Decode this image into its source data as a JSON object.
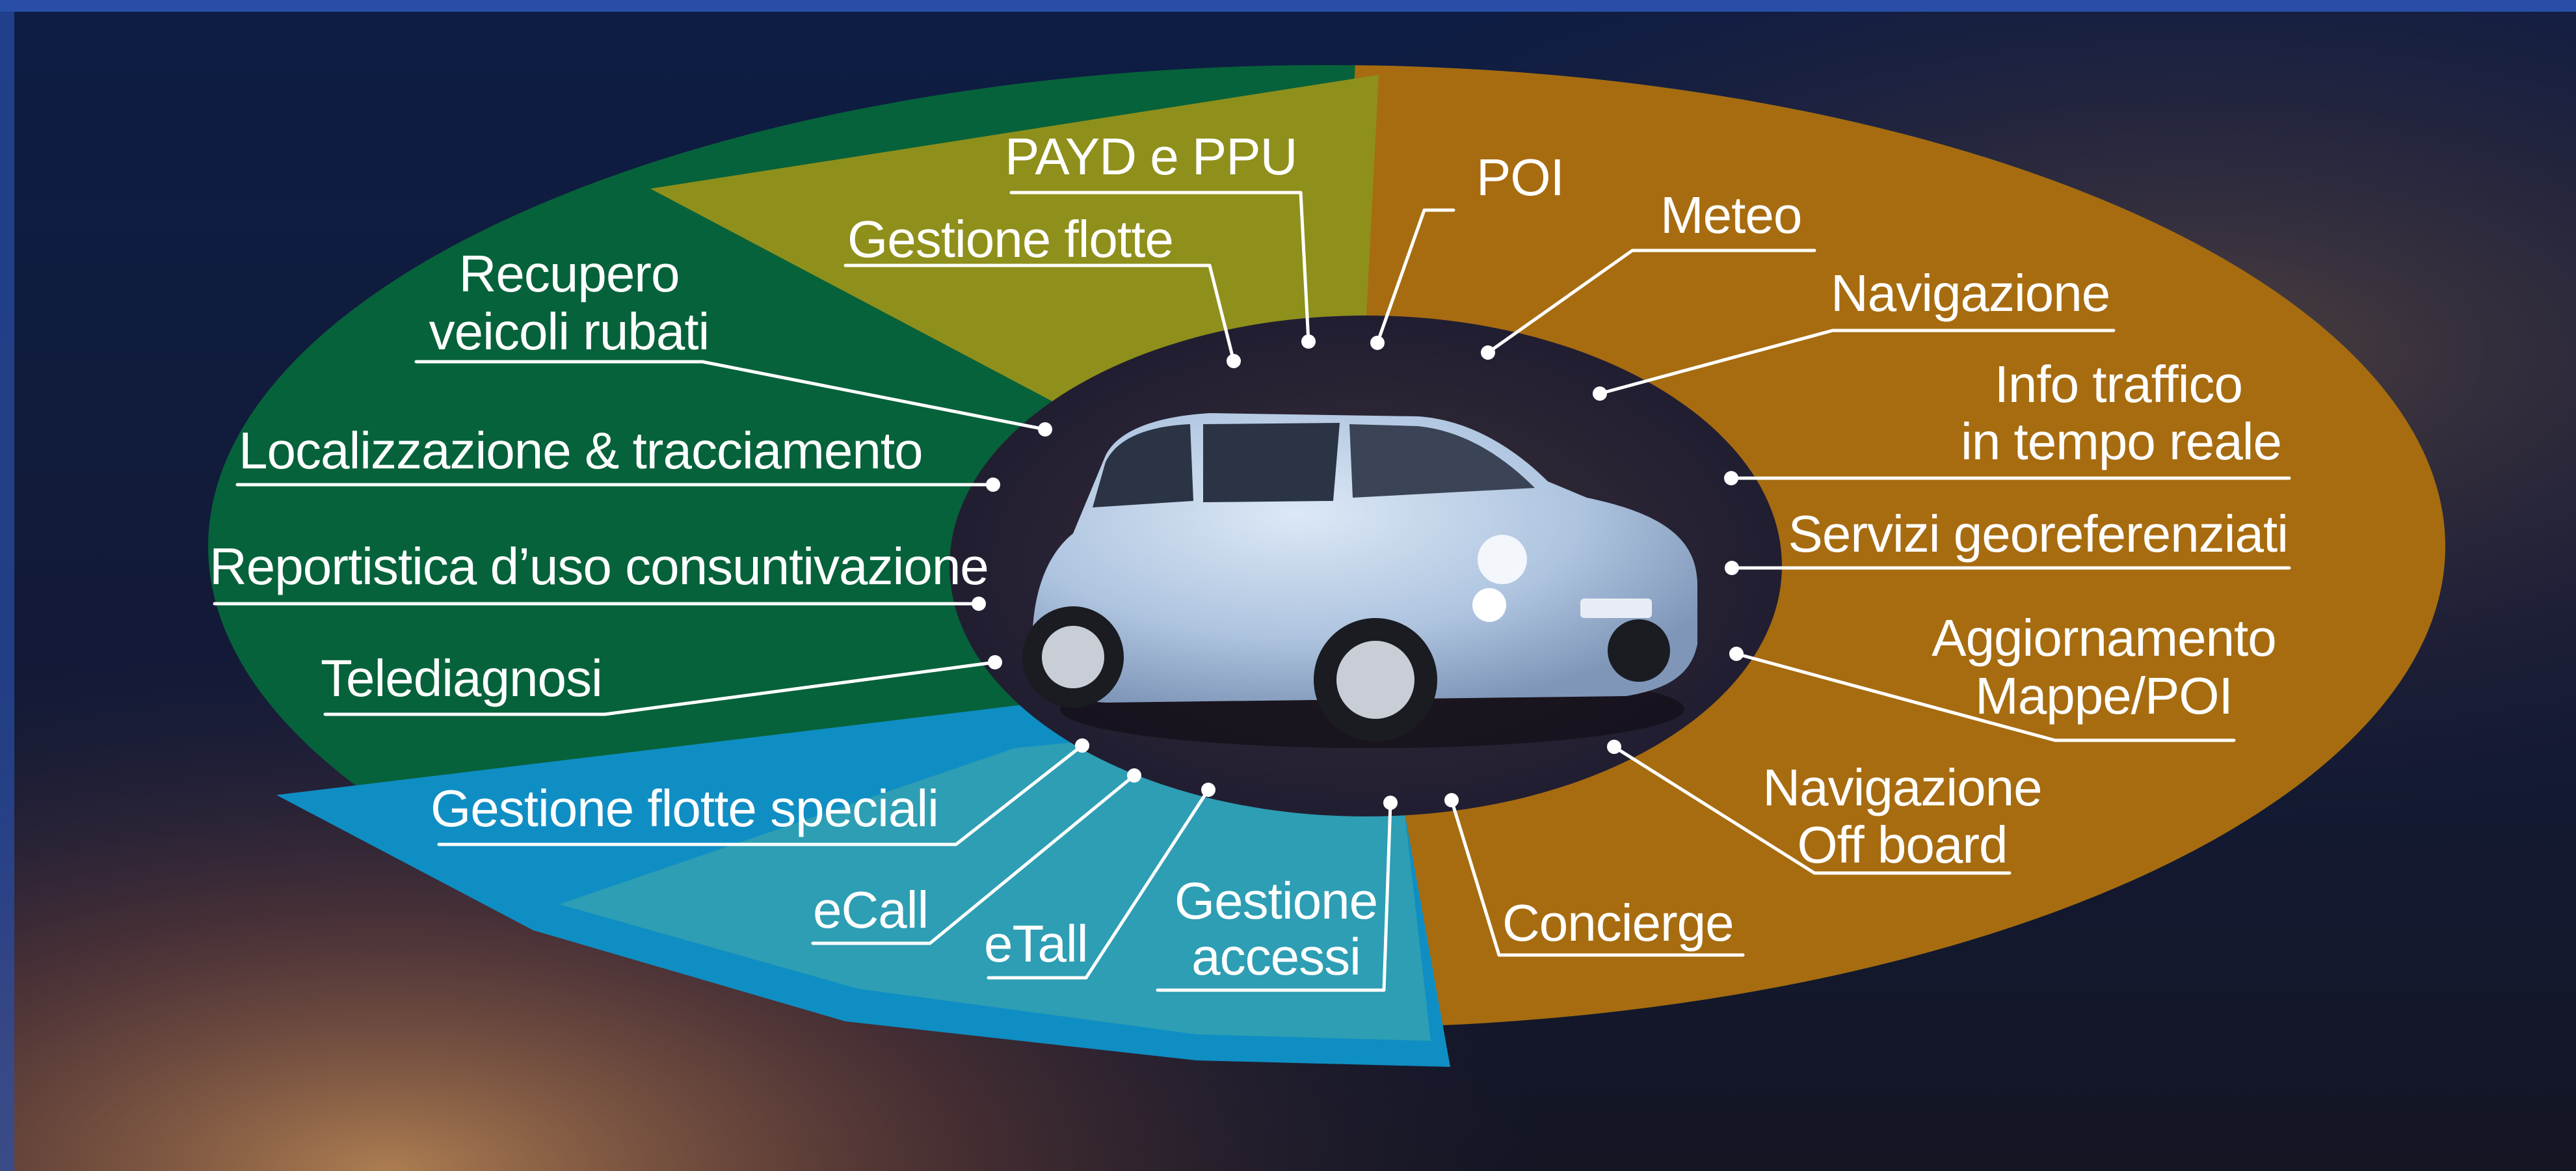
{
  "colors": {
    "background_top": "#0e1d44",
    "background_bottom": "#101830",
    "frame_blue": "#2a4ea8",
    "green": "#06623a",
    "olive": "#8f8f1c",
    "orange": "#a76c10",
    "cyan_outer": "#0f8ec4",
    "cyan_inner": "#2d9eb3",
    "center": "#2a2430",
    "text_and_lines": "#ffffff"
  },
  "center_image": {
    "icon": "car-icon",
    "body_color": "#b8cde4"
  },
  "labels": {
    "payd_ppu": "PAYD e PPU",
    "gestione_flotte": "Gestione flotte",
    "poi": "POI",
    "meteo": "Meteo",
    "navigazione": "Navigazione",
    "recupero_line1": "Recupero",
    "recupero_line2": "veicoli rubati",
    "info_traffico_line1": "Info traffico",
    "info_traffico_line2": "in tempo reale",
    "localizzazione": "Localizzazione & tracciamento",
    "servizi_georeferenziati": "Servizi georeferenziati",
    "reportistica": "Reportistica d’uso consuntivazione",
    "aggiornamento_line1": "Aggiornamento",
    "aggiornamento_line2": "Mappe/POI",
    "telediagnosi": "Telediagnosi",
    "navigazione_offboard_line1": "Navigazione",
    "navigazione_offboard_line2": "Off board",
    "gestione_flotte_speciali": "Gestione flotte speciali",
    "ecall": "eCall",
    "etall": "eTall",
    "gestione_accessi_line1": "Gestione",
    "gestione_accessi_line2": "accessi",
    "concierge": "Concierge"
  }
}
